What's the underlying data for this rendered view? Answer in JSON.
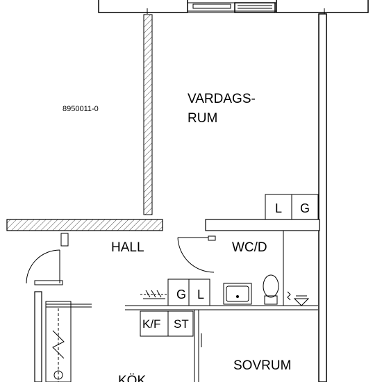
{
  "plan_id": "8950011-0",
  "rooms": {
    "living_room_line1": "VARDAGS-",
    "living_room_line2": "RUM",
    "hall": "HALL",
    "wc": "WC/D",
    "bedroom": "SOVRUM",
    "kitchen": "KÖK"
  },
  "fixtures": {
    "wardrobe_l_upper": "L",
    "wardrobe_g_upper": "G",
    "wardrobe_g_lower": "G",
    "wardrobe_l_lower": "L",
    "fridge_freezer": "K/F",
    "stove": "ST"
  },
  "colors": {
    "wall": "#000000",
    "background": "#ffffff"
  }
}
